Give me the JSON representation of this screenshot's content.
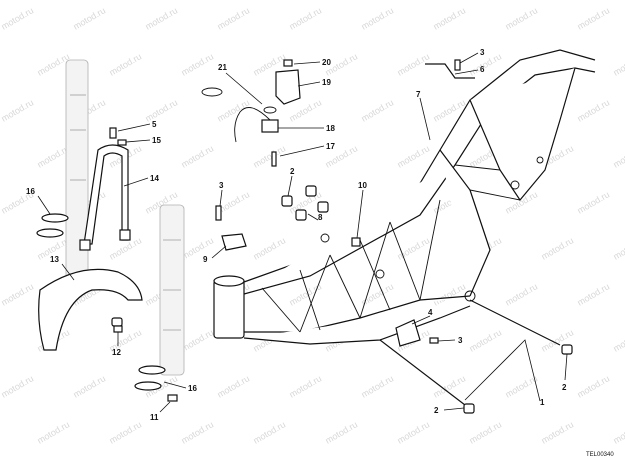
{
  "watermark": "motod.ru",
  "reference_code": "TEL00340",
  "callouts": {
    "c1": "1",
    "c2a": "2",
    "c2b": "2",
    "c2c": "2",
    "c3a": "3",
    "c3b": "3",
    "c3c": "3",
    "c4": "4",
    "c5": "5",
    "c6": "6",
    "c7": "7",
    "c8": "8",
    "c9": "9",
    "c10": "10",
    "c11": "11",
    "c12": "12",
    "c13": "13",
    "c14": "14",
    "c15": "15",
    "c16a": "16",
    "c16b": "16",
    "c17": "17",
    "c18": "18",
    "c19": "19",
    "c20": "20",
    "c21": "21"
  }
}
